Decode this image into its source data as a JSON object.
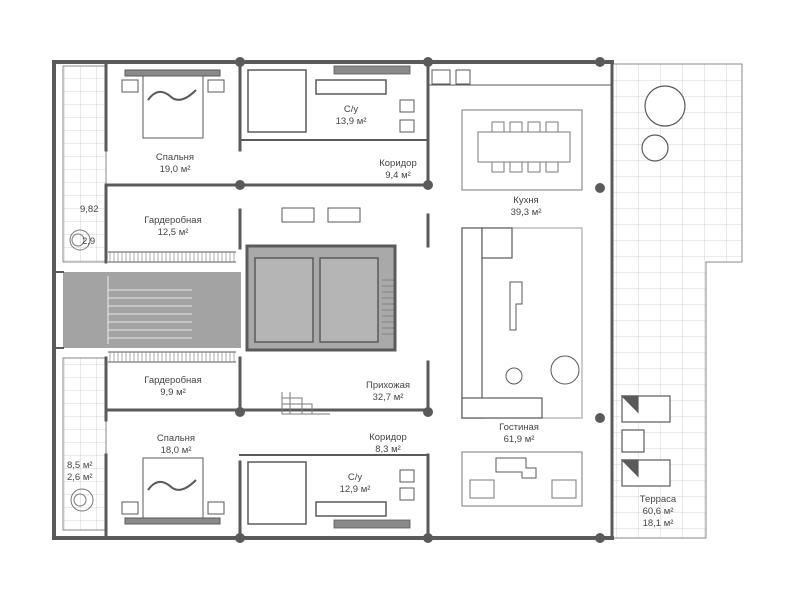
{
  "rooms": {
    "bedroom_top": {
      "name": "Спальня",
      "area": "19,0 м²"
    },
    "bath_top": {
      "name": "С/у",
      "area": "13,9 м²"
    },
    "corridor_top": {
      "name": "Коридор",
      "area": "9,4 м²"
    },
    "wardrobe_top": {
      "name": "Гардеробная",
      "area": "12,5 м²"
    },
    "kitchen": {
      "name": "Кухня",
      "area": "39,3 м²"
    },
    "hall": {
      "name": "Прихожая",
      "area": "32,7 м²"
    },
    "wardrobe_bottom": {
      "name": "Гардеробная",
      "area": "9,9 м²"
    },
    "bedroom_bottom": {
      "name": "Спальня",
      "area": "18,0 м²"
    },
    "corridor_bottom": {
      "name": "Коридор",
      "area": "8,3 м²"
    },
    "bath_bottom": {
      "name": "С/у",
      "area": "12,9 м²"
    },
    "living": {
      "name": "Гостиная",
      "area": "61,9 м²"
    },
    "terrace": {
      "name": "Терраса",
      "area": "60,6 м²",
      "area2": "18,1 м²"
    }
  },
  "balconies": {
    "left_top": {
      "area": "9,82",
      "area2": "2,9"
    },
    "left_bottom": {
      "area": "8,5 м²",
      "area2": "2,6 м²"
    }
  },
  "colors": {
    "wall": "#5a5a5a",
    "stair": "#a3a3a3",
    "line": "#8a8a8a",
    "text": "#444444"
  }
}
